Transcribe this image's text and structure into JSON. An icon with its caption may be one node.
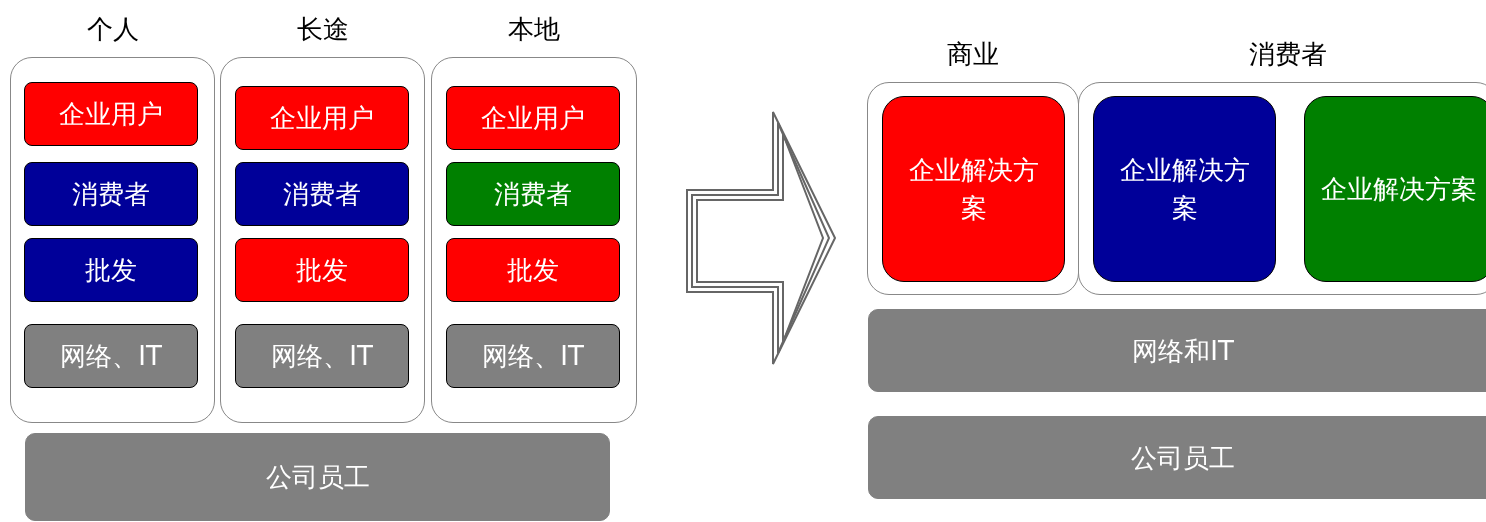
{
  "diagram": {
    "nodes": [
      {
        "text": [
          "个人"
        ]
      },
      {
        "text": [
          "企业用户"
        ],
        "in": 0
      },
      {
        "text": [
          "消费者"
        ],
        "in": 0
      },
      {
        "text": [
          "批发"
        ],
        "in": 0
      },
      {
        "text": [
          "网络、IT"
        ],
        "in": 0
      },
      {
        "text": [
          "长途"
        ]
      },
      {
        "text": [
          "企业用户"
        ],
        "in": 5
      },
      {
        "text": [
          "消费者"
        ],
        "in": 5
      },
      {
        "text": [
          "批发"
        ],
        "in": 5
      },
      {
        "text": [
          "网络、IT"
        ],
        "in": 5
      },
      {
        "text": [
          "本地"
        ]
      },
      {
        "text": [
          "企业用户"
        ],
        "in": 10
      },
      {
        "text": [
          "消费者"
        ],
        "in": 10
      },
      {
        "text": [
          "批发"
        ],
        "in": 10
      },
      {
        "text": [
          "网络、IT"
        ],
        "in": 10
      },
      {
        "text": [
          "公司员工"
        ]
      },
      {
        "text": [
          "商业"
        ]
      },
      {
        "text": [
          "企业解决方案"
        ],
        "in": 16
      },
      {
        "text": [
          "消费者"
        ]
      },
      {
        "text": [
          "企业解决方案"
        ],
        "in": 18
      },
      {
        "text": [
          "企业解决方案"
        ],
        "in": 18
      },
      {
        "text": [
          "网络和IT"
        ]
      },
      {
        "text": [
          "公司员工"
        ]
      }
    ],
    "edges": []
  }
}
